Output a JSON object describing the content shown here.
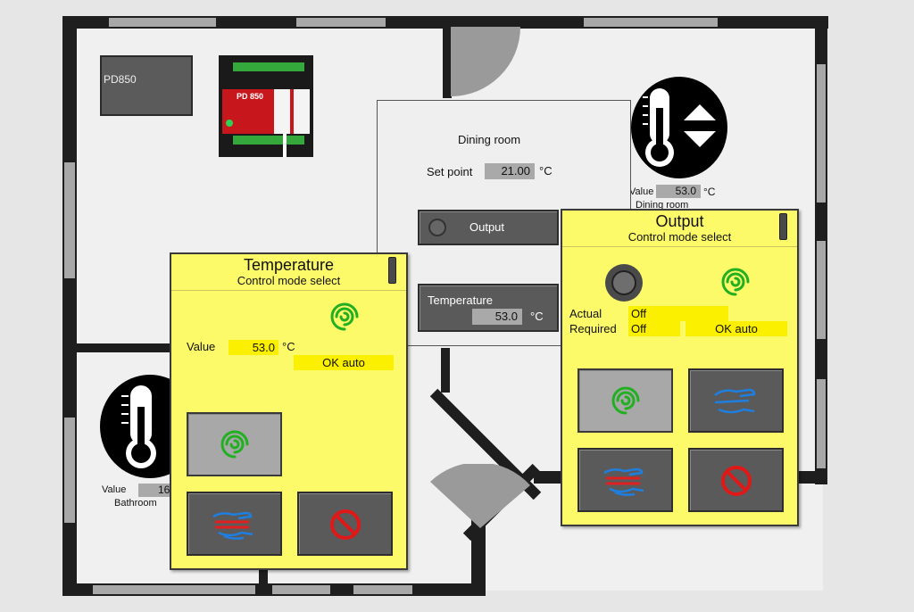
{
  "controller": {
    "label": "PD850",
    "device_text": "PD 850"
  },
  "dining_room": {
    "title": "Dining room",
    "setpoint_label": "Set point",
    "setpoint_value": "21.00",
    "unit": "°C",
    "output_button_label": "Output",
    "temperature_label": "Temperature",
    "temperature_value": "53.0",
    "sensor_value_label": "Value",
    "sensor_value": "53.0",
    "sensor_room": "Dining room"
  },
  "bathroom": {
    "value_label": "Value",
    "value": "16",
    "room": "Bathroom"
  },
  "temperature_panel": {
    "title": "Temperature",
    "subtitle": "Control mode select",
    "value_label": "Value",
    "value": "53.0",
    "unit": "°C",
    "status": "OK auto"
  },
  "output_panel": {
    "title": "Output",
    "subtitle": "Control mode select",
    "actual_label": "Actual",
    "actual_value": "Off",
    "required_label": "Required",
    "required_value": "Off",
    "status": "OK auto"
  },
  "colors": {
    "panel_bg": "#fdfa6a",
    "value_highlight": "#fbf000",
    "auto_icon": "#22b022",
    "manual_icon": "#1f7fe0",
    "manual_heat_icon": "#e02020",
    "stop_icon": "#e01818"
  },
  "icons": [
    "thermometer-icon",
    "up-down-arrows-icon",
    "auto-mode-icon",
    "manual-hand-icon",
    "manual-heat-hand-icon",
    "stop-icon",
    "indicator-lamp-icon"
  ]
}
